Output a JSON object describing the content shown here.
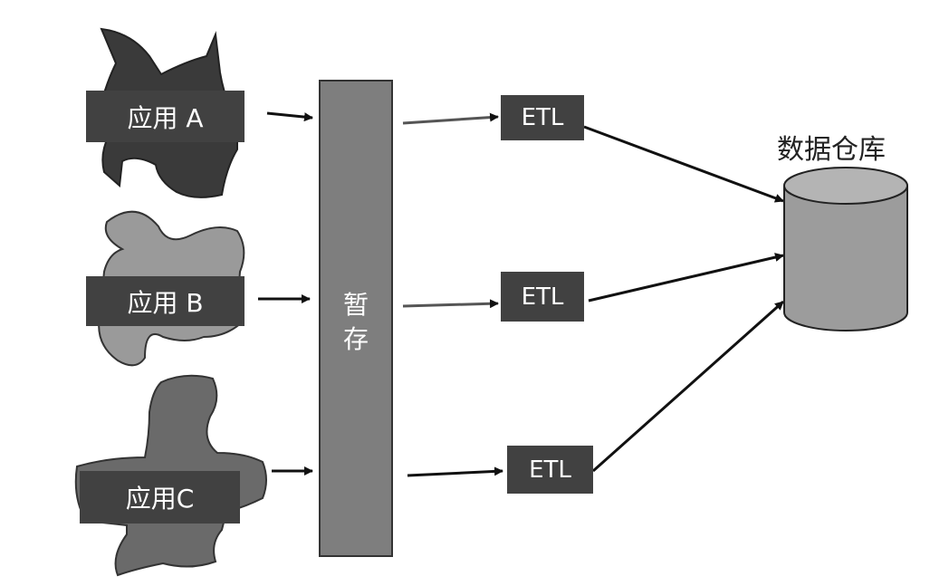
{
  "apps": [
    {
      "label": "应用 A"
    },
    {
      "label": "应用 B"
    },
    {
      "label": "应用C"
    }
  ],
  "staging": {
    "label": "暂存"
  },
  "etl": [
    {
      "label": "ETL"
    },
    {
      "label": "ETL"
    },
    {
      "label": "ETL"
    }
  ],
  "warehouse": {
    "label": "数据仓库"
  },
  "colors": {
    "app_a_blob": "#3a3a3a",
    "app_b_blob": "#9a9a9a",
    "app_c_blob": "#6a6a6a",
    "box": "#414141",
    "staging": "#7e7e7e",
    "cylinder": "#9c9c9c"
  }
}
